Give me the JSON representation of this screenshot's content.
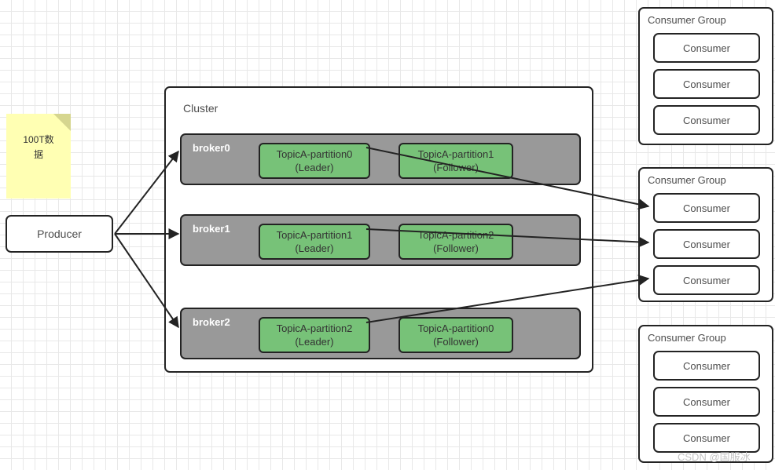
{
  "diagram": {
    "title": "Kafka cluster topic partition replication and consumer groups",
    "watermark": "CSDN @国服冰",
    "colors": {
      "partition_green": "#77c278",
      "broker_grey": "#999999",
      "sticky_yellow": "#ffffb3",
      "sticky_fold": "#d6d68f",
      "stroke": "#232323",
      "text": "#4d4d4d",
      "grid_minor": "#e8e8e8",
      "grid_major": "#d2d2d2"
    }
  },
  "sticky_note": {
    "text": "100T数\n据"
  },
  "producer": {
    "label": "Producer"
  },
  "cluster": {
    "title": "Cluster",
    "brokers": [
      {
        "name": "broker0",
        "partitions": [
          {
            "topic": "TopicA-partition0",
            "role": "(Leader)"
          },
          {
            "topic": "TopicA-partition1",
            "role": "(Follower)"
          }
        ]
      },
      {
        "name": "broker1",
        "partitions": [
          {
            "topic": "TopicA-partition1",
            "role": "(Leader)"
          },
          {
            "topic": "TopicA-partition2",
            "role": "(Follower)"
          }
        ]
      },
      {
        "name": "broker2",
        "partitions": [
          {
            "topic": "TopicA-partition2",
            "role": "(Leader)"
          },
          {
            "topic": "TopicA-partition0",
            "role": "(Follower)"
          }
        ]
      }
    ]
  },
  "consumer_groups": [
    {
      "title": "Consumer Group",
      "consumers": [
        {
          "label": "Consumer"
        },
        {
          "label": "Consumer"
        },
        {
          "label": "Consumer"
        }
      ]
    },
    {
      "title": "Consumer Group",
      "consumers": [
        {
          "label": "Consumer"
        },
        {
          "label": "Consumer"
        },
        {
          "label": "Consumer"
        }
      ]
    },
    {
      "title": "Consumer Group",
      "consumers": [
        {
          "label": "Consumer"
        },
        {
          "label": "Consumer"
        },
        {
          "label": "Consumer"
        }
      ]
    }
  ],
  "edges": [
    {
      "from": "producer",
      "to": "broker0"
    },
    {
      "from": "producer",
      "to": "broker1"
    },
    {
      "from": "producer",
      "to": "broker2"
    },
    {
      "from": "broker0-partition0-leader",
      "to": "consumer-group-2-consumer-1"
    },
    {
      "from": "broker1-partition1-leader",
      "to": "consumer-group-2-consumer-2"
    },
    {
      "from": "broker2-partition2-leader",
      "to": "consumer-group-2-consumer-3"
    }
  ]
}
